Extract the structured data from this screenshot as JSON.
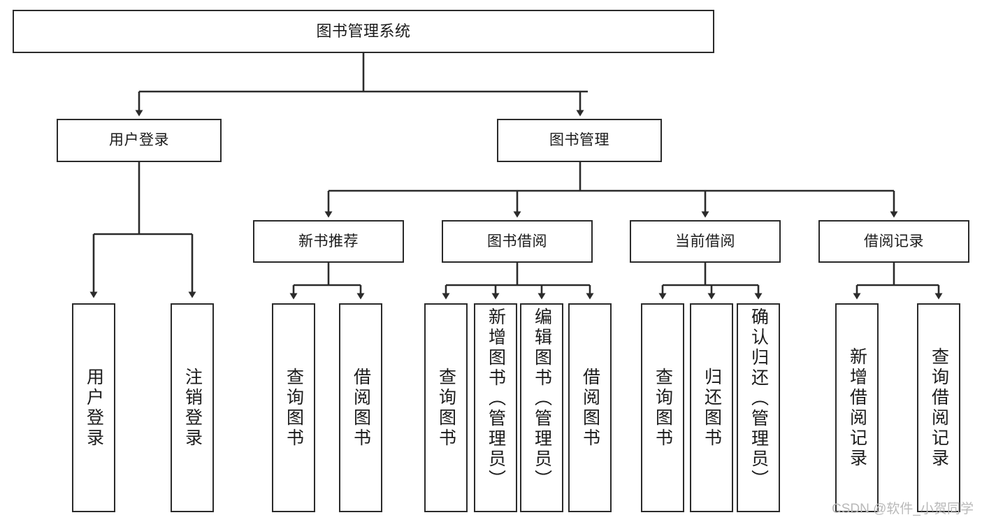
{
  "diagram": {
    "type": "tree-hierarchy",
    "title": "图书管理系统",
    "watermark": "CSDN @软件_小贺同学",
    "colors": {
      "box_border": "#2b2b2b",
      "box_fill": "#ffffff",
      "edge": "#2b2b2b",
      "text": "#1b1b1b",
      "watermark": "#b9b9b9",
      "background": "#ffffff"
    },
    "nodes": {
      "root": {
        "label": "图书管理系统"
      },
      "level1": [
        {
          "id": "user-login",
          "label": "用户登录"
        },
        {
          "id": "book-management",
          "label": "图书管理"
        }
      ],
      "level2": [
        {
          "id": "new-book-recommend",
          "label": "新书推荐"
        },
        {
          "id": "book-borrow",
          "label": "图书借阅"
        },
        {
          "id": "current-borrow",
          "label": "当前借阅"
        },
        {
          "id": "borrow-record",
          "label": "借阅记录"
        }
      ],
      "leaves": {
        "user-login": [
          {
            "id": "leaf-user-login",
            "label": "用户登录"
          },
          {
            "id": "leaf-logout",
            "label": "注销登录"
          }
        ],
        "new-book-recommend": [
          {
            "id": "leaf-query-book-1",
            "label": "查询图书"
          },
          {
            "id": "leaf-borrow-book-1",
            "label": "借阅图书"
          }
        ],
        "book-borrow": [
          {
            "id": "leaf-query-book-2",
            "label": "查询图书"
          },
          {
            "id": "leaf-add-book",
            "label": "新增图书（管理员）"
          },
          {
            "id": "leaf-edit-book",
            "label": "编辑图书（管理员）"
          },
          {
            "id": "leaf-borrow-book-2",
            "label": "借阅图书"
          }
        ],
        "current-borrow": [
          {
            "id": "leaf-query-book-3",
            "label": "查询图书"
          },
          {
            "id": "leaf-return-book",
            "label": "归还图书"
          },
          {
            "id": "leaf-confirm-return",
            "label": "确认归还（管理员）"
          }
        ],
        "borrow-record": [
          {
            "id": "leaf-add-record",
            "label": "新增借阅记录"
          },
          {
            "id": "leaf-query-record",
            "label": "查询借阅记录"
          }
        ]
      }
    }
  }
}
